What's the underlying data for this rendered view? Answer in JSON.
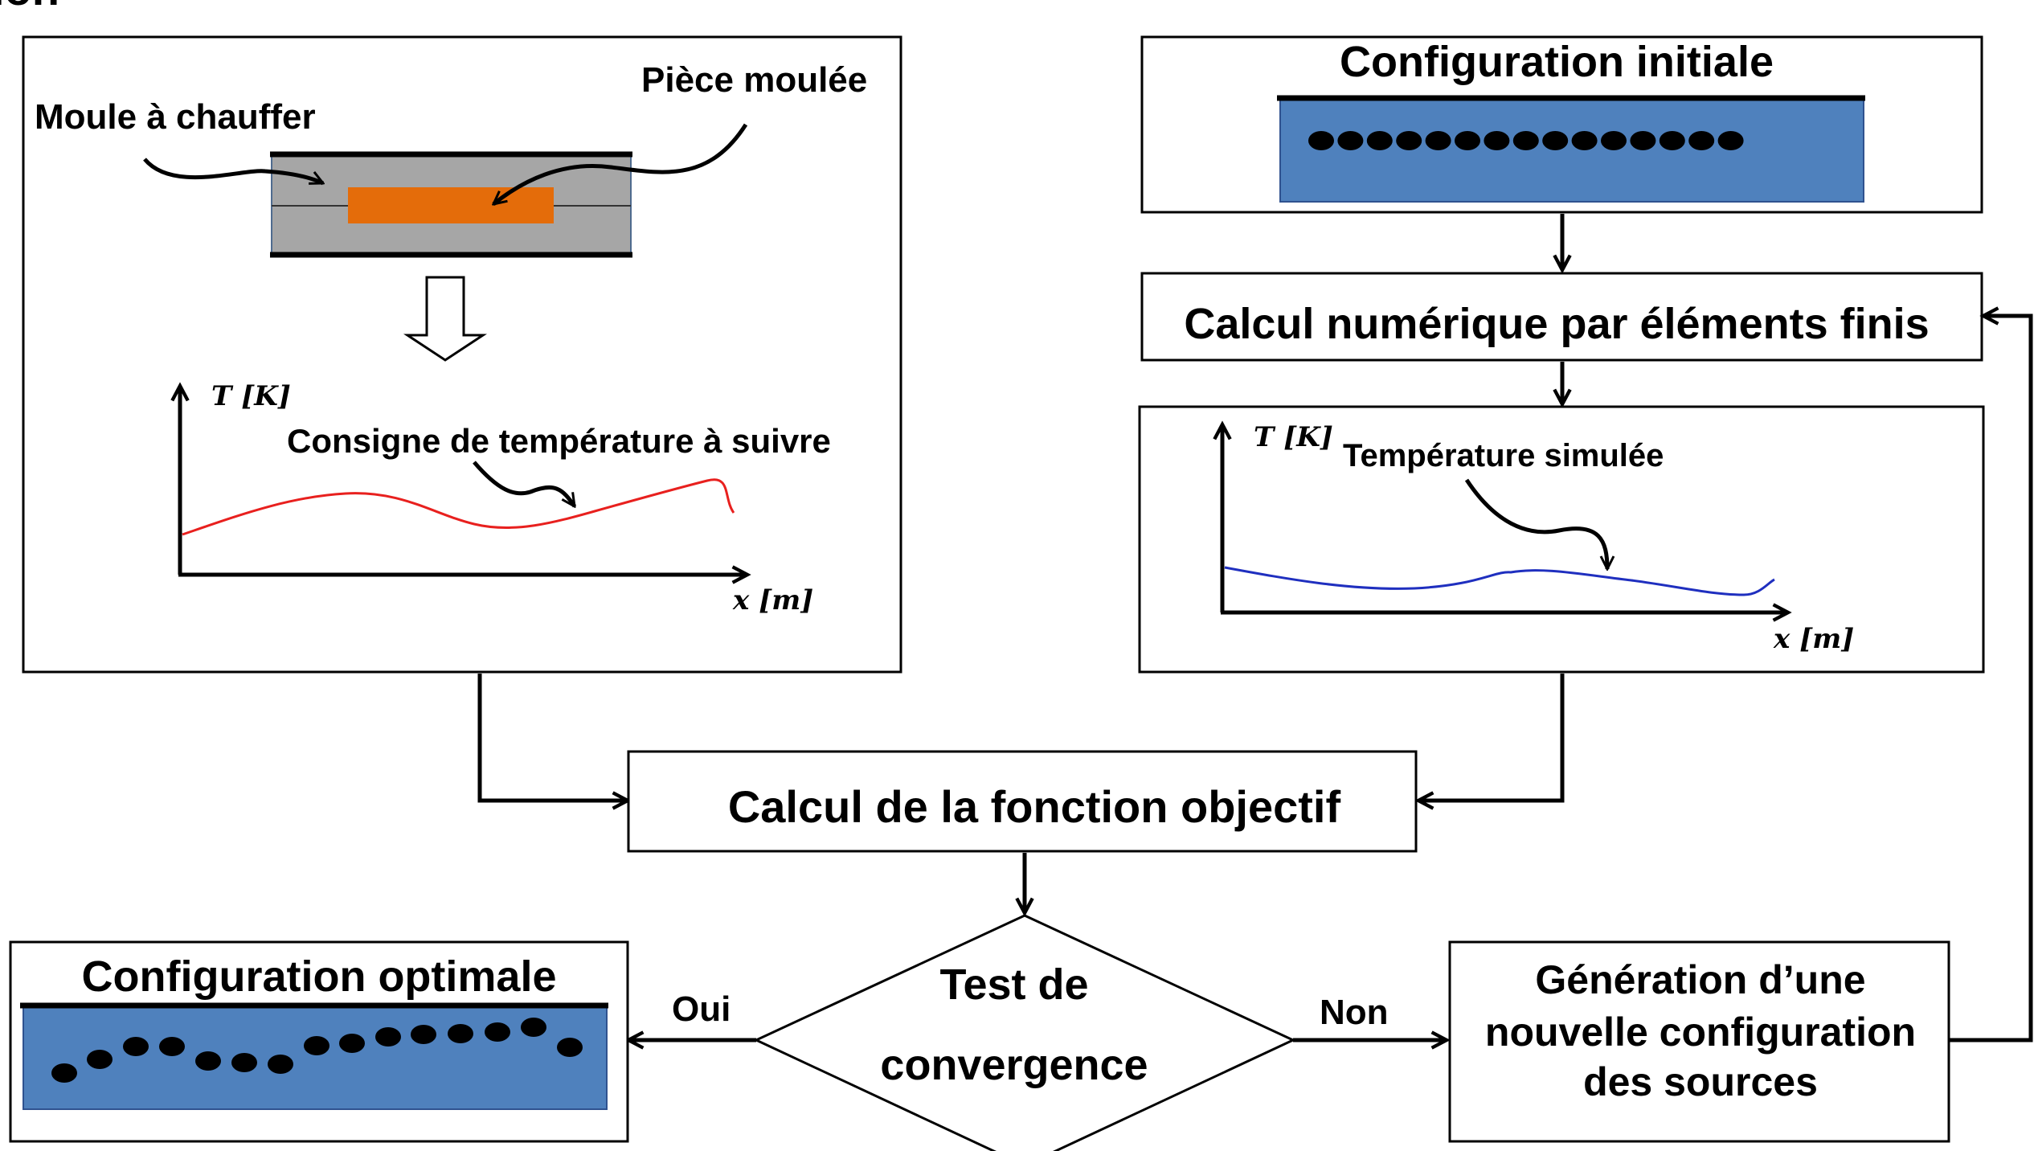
{
  "header_fragment": "ion",
  "left_box": {
    "mold_label": "Moule à chauffer",
    "part_label": "Pièce moulée",
    "curve_label": "Consigne de température à suivre",
    "y_axis_label": "T [K]",
    "x_axis_label": "x [m]",
    "curve_color": "#e8201e"
  },
  "init_box": {
    "title": "Configuration initiale",
    "source_count": 15,
    "plate_color": "#4f81bd"
  },
  "fem_box": {
    "label": "Calcul numérique par éléments finis"
  },
  "sim_box": {
    "curve_label": "Température  simulée",
    "y_axis_label": "T [K]",
    "x_axis_label": "x [m]",
    "curve_color": "#1f2fbf"
  },
  "objective_box": {
    "label": "Calcul de la fonction objectif"
  },
  "decision": {
    "line1": "Test de",
    "line2": "convergence"
  },
  "optimal_box": {
    "title": "Configuration optimale",
    "source_count": 15,
    "plate_color": "#4f81bd"
  },
  "new_config_box": {
    "line1": "Génération d’une",
    "line2": "nouvelle configuration",
    "line3": "des sources"
  },
  "edges": {
    "yes_label": "Oui",
    "no_label": "Non"
  },
  "colors": {
    "mold_gray": "#a6a6a6",
    "part_orange": "#e46c0a"
  }
}
